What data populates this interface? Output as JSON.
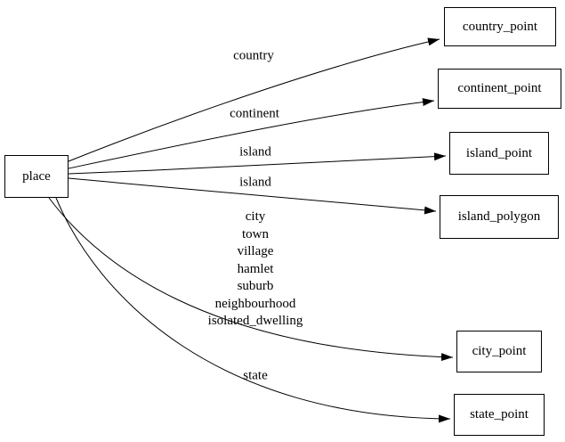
{
  "diagram": {
    "type": "directed-graph",
    "background_color": "#ffffff",
    "stroke_color": "#000000",
    "text_color": "#000000",
    "nodes": [
      {
        "id": "place",
        "label": "place"
      },
      {
        "id": "country_point",
        "label": "country_point"
      },
      {
        "id": "continent_point",
        "label": "continent_point"
      },
      {
        "id": "island_point",
        "label": "island_point"
      },
      {
        "id": "island_polygon",
        "label": "island_polygon"
      },
      {
        "id": "city_point",
        "label": "city_point"
      },
      {
        "id": "state_point",
        "label": "state_point"
      }
    ],
    "edges": [
      {
        "from": "place",
        "to": "country_point",
        "label": "country"
      },
      {
        "from": "place",
        "to": "continent_point",
        "label": "continent"
      },
      {
        "from": "place",
        "to": "island_point",
        "label": "island"
      },
      {
        "from": "place",
        "to": "island_polygon",
        "label": "island"
      },
      {
        "from": "place",
        "to": "city_point",
        "label": "city\ntown\nvillage\nhamlet\nsuburb\nneighbourhood\nisolated_dwelling"
      },
      {
        "from": "place",
        "to": "state_point",
        "label": "state"
      }
    ]
  }
}
